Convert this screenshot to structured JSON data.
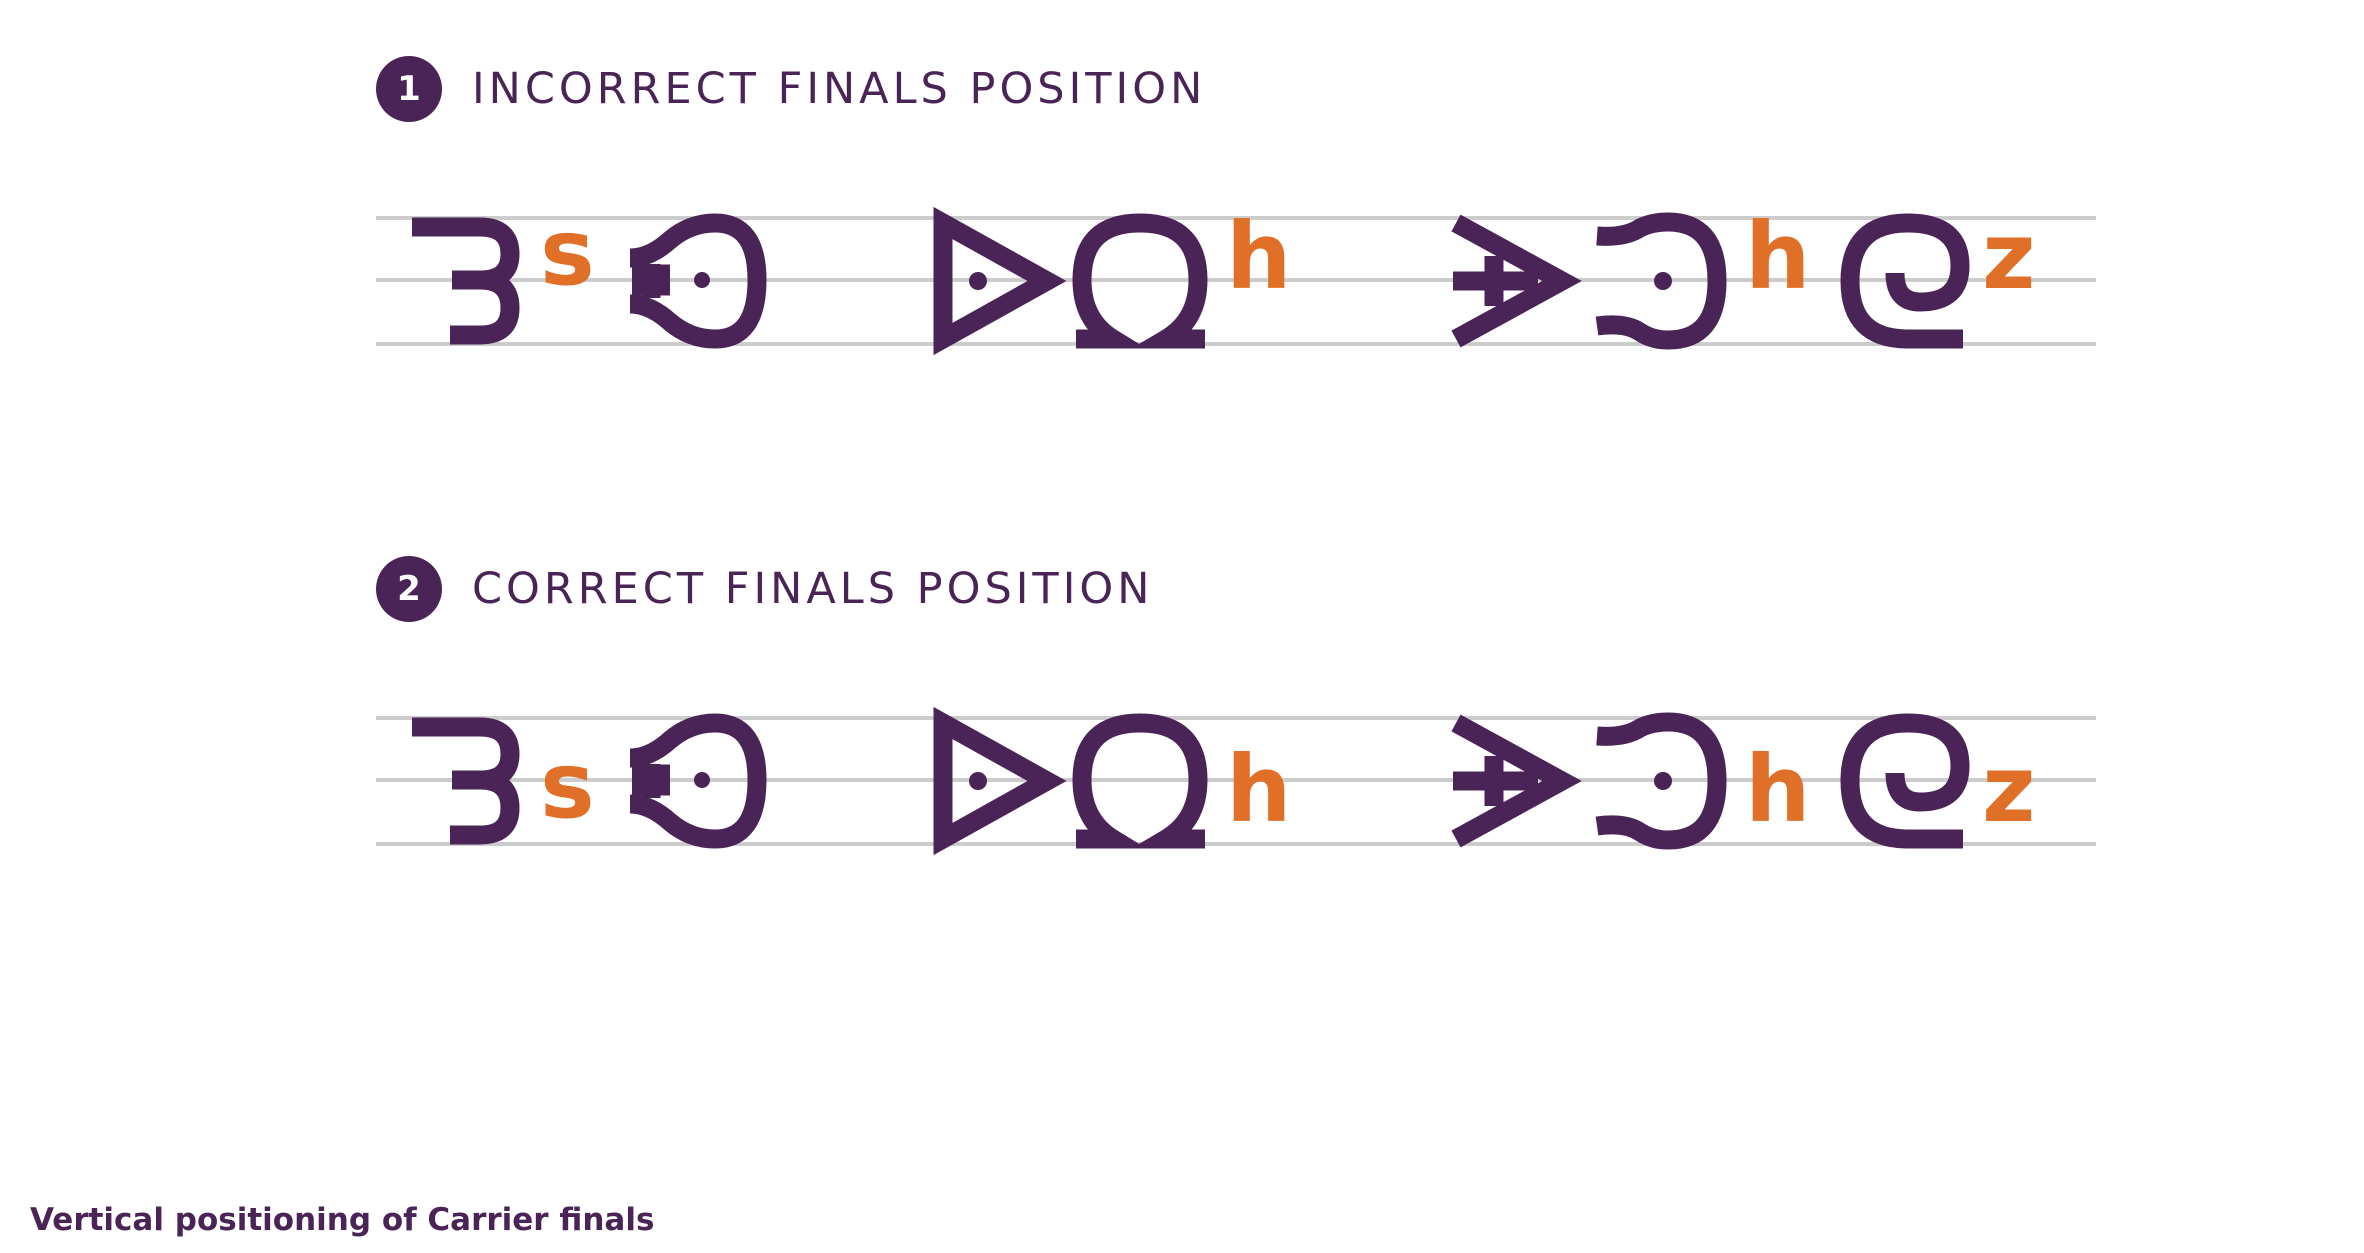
{
  "sections": [
    {
      "number": "1",
      "heading": "INCORRECT FINALS POSITION",
      "finals_position": "raised"
    },
    {
      "number": "2",
      "heading": "CORRECT FINALS POSITION",
      "finals_position": "baseline"
    }
  ],
  "finals": [
    "s",
    "h",
    "h",
    "z"
  ],
  "caption": "Vertical positioning of Carrier finals",
  "colors": {
    "carrier": "#4a2456",
    "final": "#e07028",
    "guide_line": "#cccccc",
    "badge_text": "#ffffff"
  }
}
